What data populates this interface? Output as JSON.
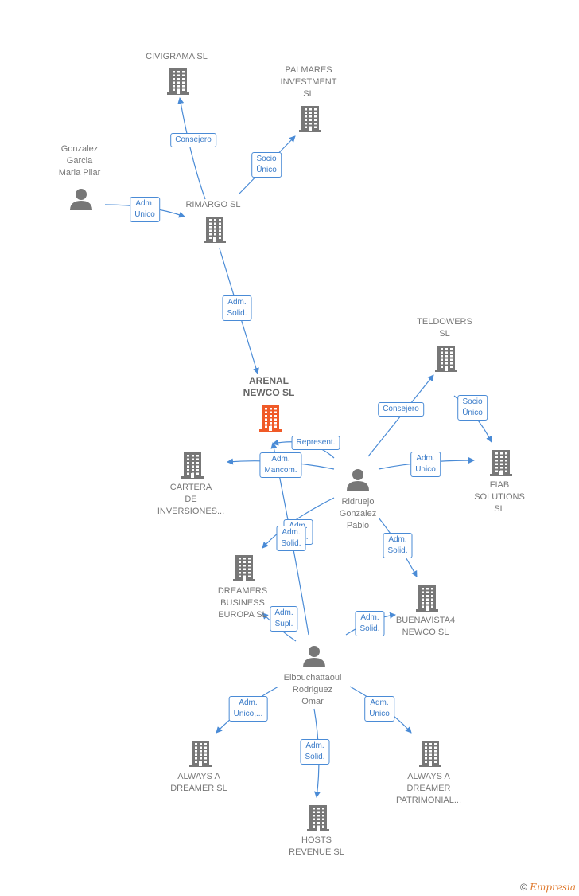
{
  "colors": {
    "company": "#777777",
    "focus": "#f05a28",
    "person": "#777777",
    "edge": "#4a8bd6"
  },
  "nodes": [
    {
      "id": "civigrama",
      "label": "CIVIGRAMA  SL",
      "kind": "company"
    },
    {
      "id": "palmares",
      "label": "PALMARES\nINVESTMENT\nSL",
      "kind": "company"
    },
    {
      "id": "gonzalez",
      "label": "Gonzalez\nGarcia\nMaria Pilar",
      "kind": "person"
    },
    {
      "id": "rimargo",
      "label": "RIMARGO SL",
      "kind": "company"
    },
    {
      "id": "arenal",
      "label": "ARENAL\nNEWCO  SL",
      "kind": "focus"
    },
    {
      "id": "teldowers",
      "label": "TELDOWERS\nSL",
      "kind": "company"
    },
    {
      "id": "cartera",
      "label": "CARTERA\nDE\nINVERSIONES...",
      "kind": "company"
    },
    {
      "id": "ridruejo",
      "label": "Ridruejo\nGonzalez\nPablo",
      "kind": "person"
    },
    {
      "id": "fiab",
      "label": "FIAB\nSOLUTIONS\nSL",
      "kind": "company"
    },
    {
      "id": "dreamers",
      "label": "DREAMERS\nBUSINESS\nEUROPA  SL",
      "kind": "company"
    },
    {
      "id": "buenavista",
      "label": "BUENAVISTA4\nNEWCO  SL",
      "kind": "company"
    },
    {
      "id": "elbouchattaoui",
      "label": "Elbouchattaoui\nRodriguez\nOmar",
      "kind": "person"
    },
    {
      "id": "always",
      "label": "ALWAYS A\nDREAMER  SL",
      "kind": "company"
    },
    {
      "id": "hosts",
      "label": "HOSTS\nREVENUE  SL",
      "kind": "company"
    },
    {
      "id": "alwayspat",
      "label": "ALWAYS A\nDREAMER\nPATRIMONIAL...",
      "kind": "company"
    }
  ],
  "edges": [
    {
      "id": "e1",
      "label": "Consejero",
      "from": "rimargo",
      "to": "civigrama"
    },
    {
      "id": "e2",
      "label": "Socio\nÚnico",
      "from": "rimargo",
      "to": "palmares"
    },
    {
      "id": "e3",
      "label": "Adm.\nUnico",
      "from": "gonzalez",
      "to": "rimargo"
    },
    {
      "id": "e4",
      "label": "Adm.\nSolid.",
      "from": "rimargo",
      "to": "arenal"
    },
    {
      "id": "e5",
      "label": "Consejero",
      "from": "ridruejo",
      "to": "teldowers"
    },
    {
      "id": "e6",
      "label": "Socio\nÚnico",
      "from": "teldowers",
      "to": "fiab"
    },
    {
      "id": "e7",
      "label": "Represent.",
      "from": "ridruejo",
      "to": "arenal"
    },
    {
      "id": "e8",
      "label": "Adm.\nMancom.",
      "from": "ridruejo",
      "to": "cartera"
    },
    {
      "id": "e9",
      "label": "Adm.\nUnico",
      "from": "ridruejo",
      "to": "fiab"
    },
    {
      "id": "e10",
      "label": "Adm.\nSolid.",
      "from": "ridruejo",
      "to": "dreamers"
    },
    {
      "id": "e11",
      "label": "Adm.\nSolid.",
      "from": "elbouchattaoui",
      "to": "arenal"
    },
    {
      "id": "e12",
      "label": "Adm.\nSolid.",
      "from": "ridruejo",
      "to": "buenavista"
    },
    {
      "id": "e13",
      "label": "Adm.\nSupl.",
      "from": "elbouchattaoui",
      "to": "dreamers"
    },
    {
      "id": "e14",
      "label": "Adm.\nSolid.",
      "from": "elbouchattaoui",
      "to": "buenavista"
    },
    {
      "id": "e15",
      "label": "Adm.\nUnico,...",
      "from": "elbouchattaoui",
      "to": "always"
    },
    {
      "id": "e16",
      "label": "Adm.\nSolid.",
      "from": "elbouchattaoui",
      "to": "hosts"
    },
    {
      "id": "e17",
      "label": "Adm.\nUnico",
      "from": "elbouchattaoui",
      "to": "alwayspat"
    }
  ],
  "footer": {
    "copyright": "©",
    "brand": "Empresia"
  }
}
